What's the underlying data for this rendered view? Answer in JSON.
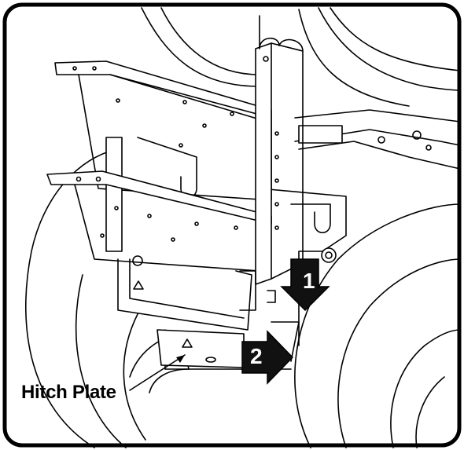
{
  "labels": {
    "hitch_plate": "Hitch Plate"
  },
  "steps": {
    "step_1": "1",
    "step_2": "2"
  },
  "colors": {
    "line": "#000000",
    "background": "#ffffff",
    "arrow_fill": "#111111"
  },
  "icons": {
    "arrow_down": "arrow-down-icon",
    "arrow_right": "arrow-right-icon"
  }
}
